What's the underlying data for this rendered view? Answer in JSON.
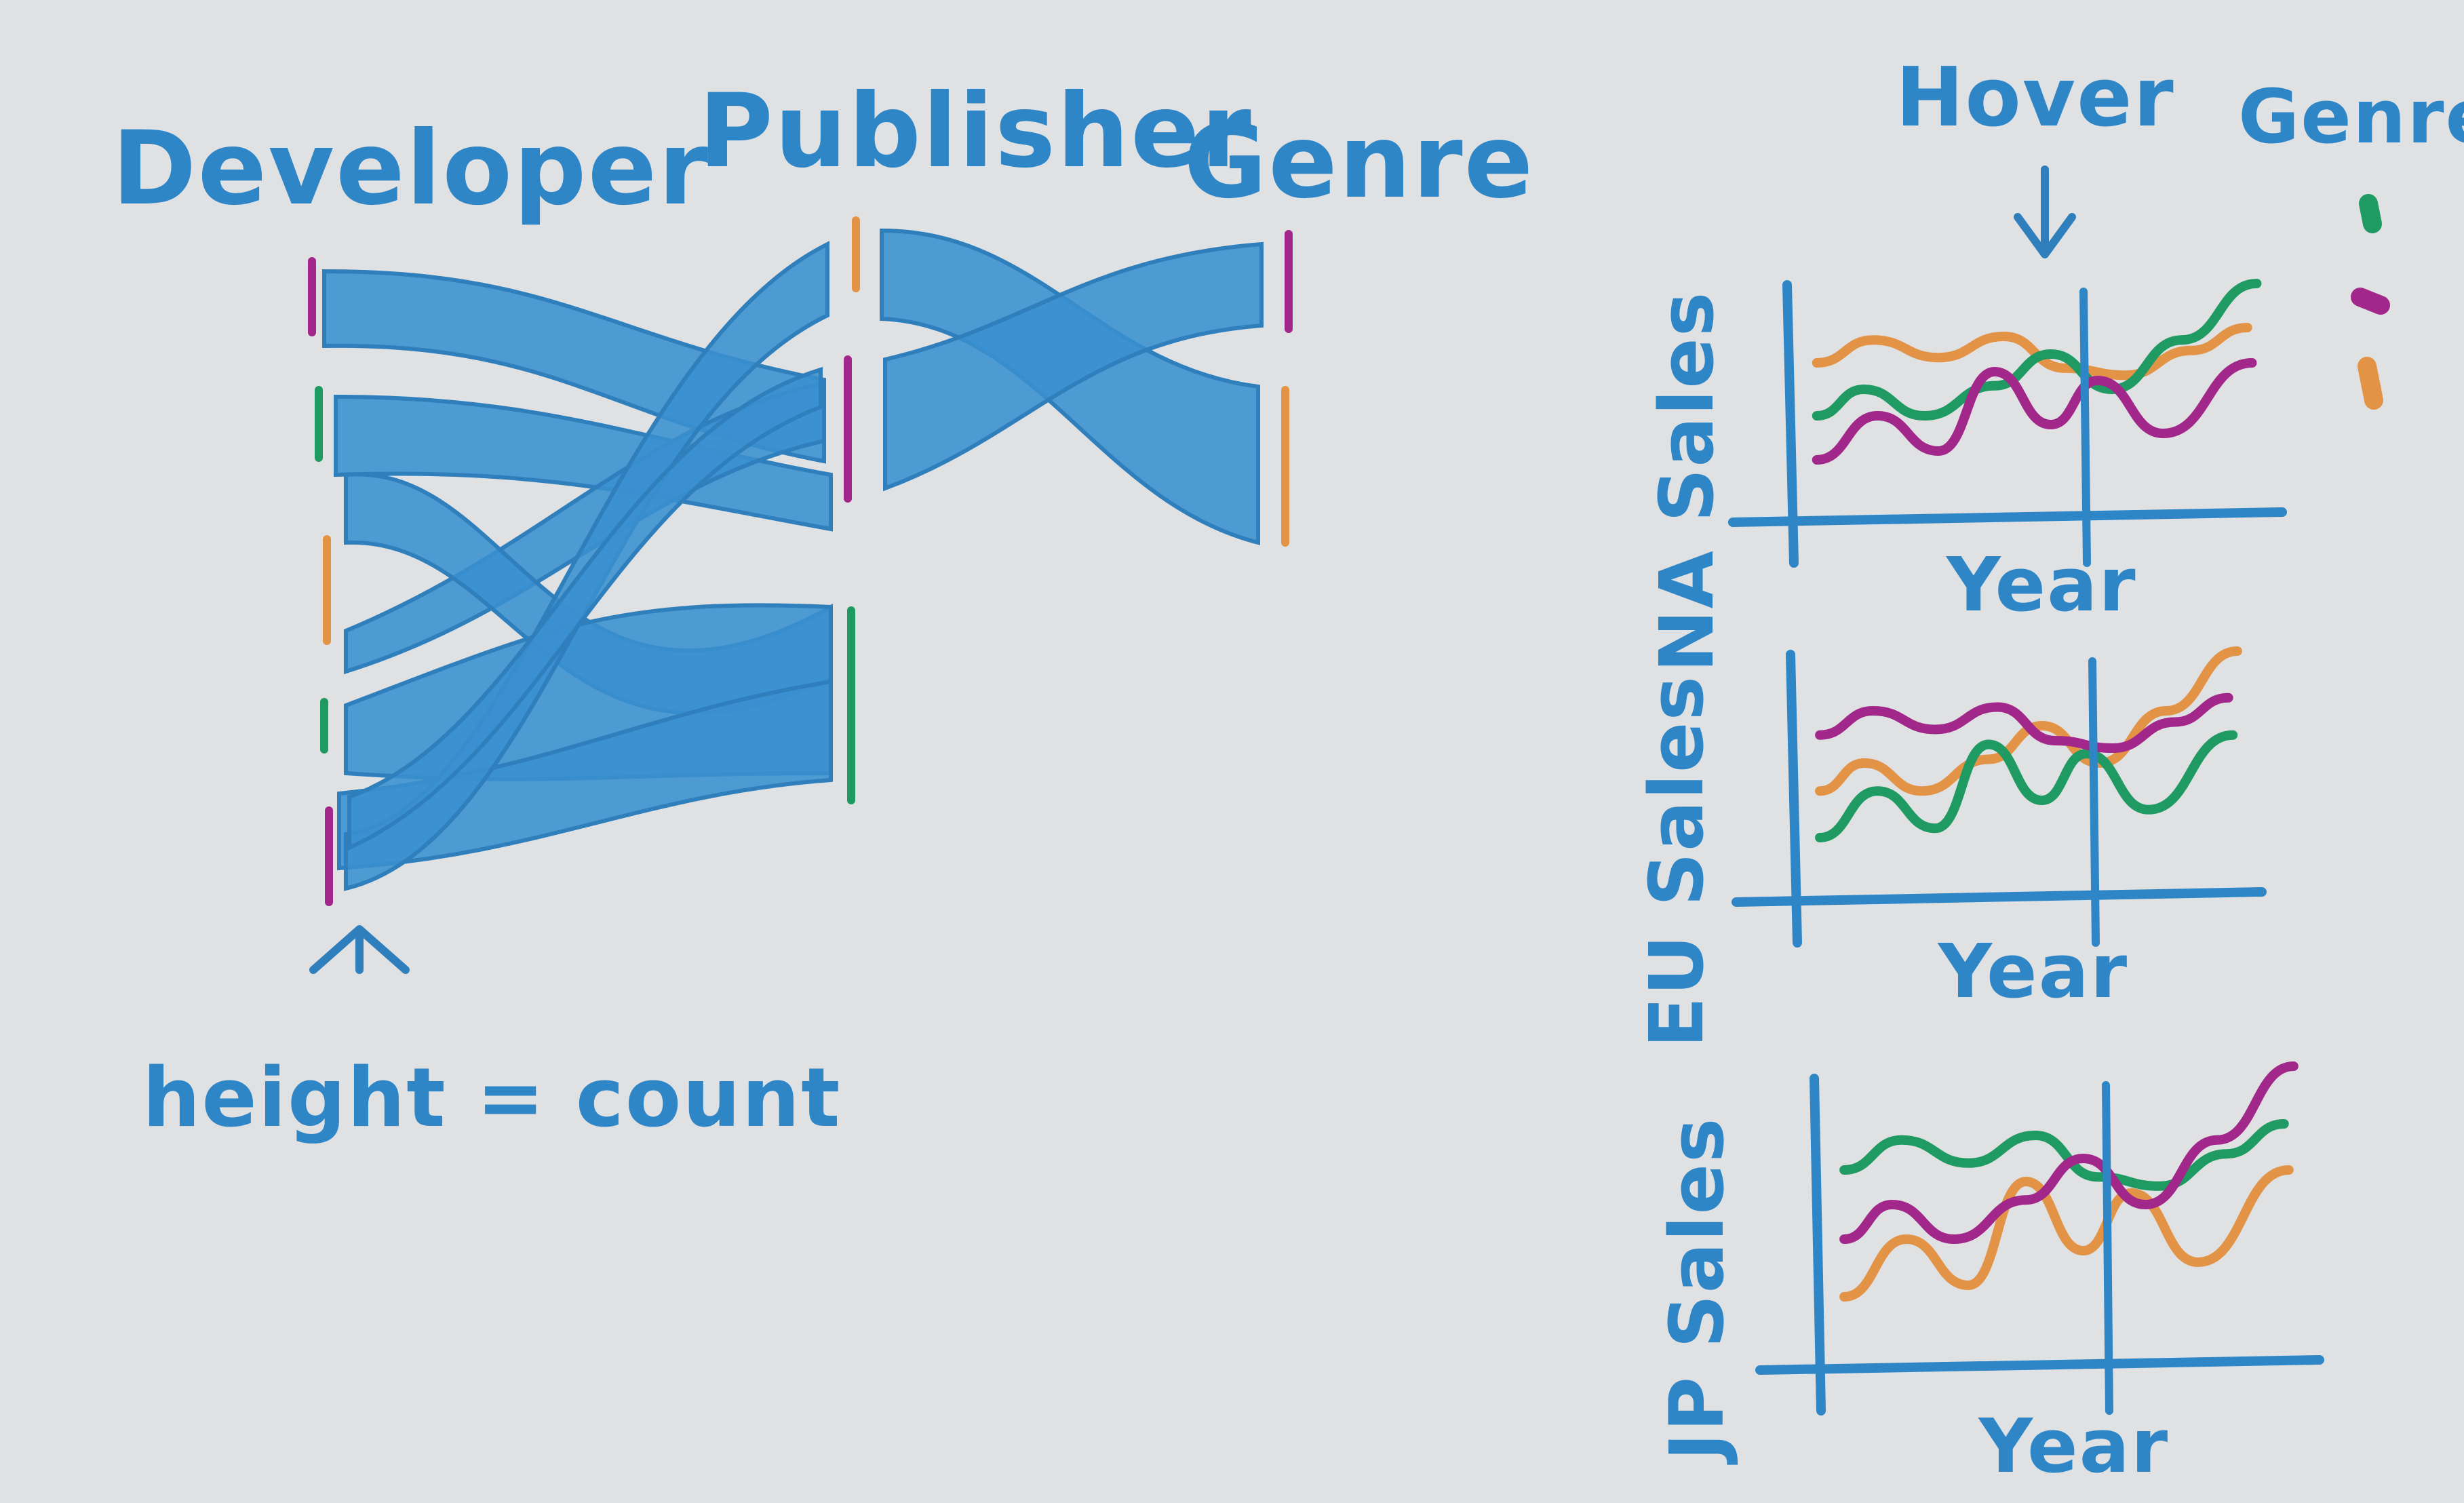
{
  "parallel_sets": {
    "columns": [
      "Developer",
      "Publisher",
      "Genre"
    ],
    "annotation": "height = count"
  },
  "hover_label": "Hover",
  "legend": {
    "title": "Genres",
    "colors": [
      "#1f9a62",
      "#a2278a",
      "#e39346"
    ]
  },
  "charts": [
    {
      "ylabel": "NA Sales",
      "xlabel": "Year"
    },
    {
      "ylabel": "EU Sales",
      "xlabel": "Year"
    },
    {
      "ylabel": "JP Sales",
      "xlabel": "Year"
    }
  ],
  "colors": {
    "marker": "#2f86c6",
    "ribbon": "#3a8fcf",
    "board": "#dfe1e3",
    "green": "#1f9a62",
    "purple": "#a2278a",
    "orange": "#e39346"
  }
}
